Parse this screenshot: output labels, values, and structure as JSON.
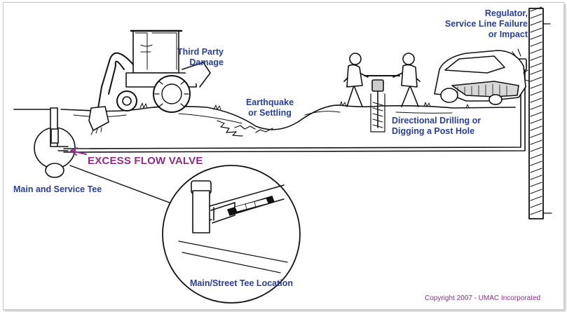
{
  "labels": {
    "regulator": [
      "Regulator,",
      "Service Line Failure",
      "or Impact"
    ],
    "third_party": [
      "Third Party",
      "Damage"
    ],
    "earthquake": [
      "Earthquake",
      "or Settling"
    ],
    "drilling": [
      "Directional Drilling or",
      "Digging a Post Hole"
    ],
    "excess_flow_valve": "EXCESS FLOW VALVE",
    "main_service_tee": "Main and Service Tee",
    "street_tee": "Main/Street Tee Location"
  },
  "copyright": "Copyright 2007 - UMAC Incorporated",
  "colors": {
    "label_blue": "#2a3f95",
    "valve_purple": "#8c2f86",
    "line": "#111111"
  }
}
